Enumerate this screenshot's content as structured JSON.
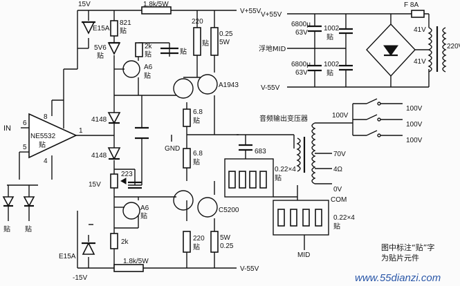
{
  "labels": {
    "top_supply": "15V",
    "r_top": "1.8k/5W",
    "plus55_out": "V+55V",
    "z_top": "E15A",
    "r821": "821",
    "r821_tie": "贴",
    "d5v6": "5V6",
    "d5v6_tie": "贴",
    "r2k_top": "2k",
    "r2k_top_tie": "贴",
    "cap_top_tie": "贴",
    "a6_top": "A6",
    "a6_top_tie": "贴",
    "r220_top": "220",
    "r220_top_tie": "贴",
    "r025_top": "0.25",
    "r025_top_w": "5W",
    "q_top": "A1943",
    "in_label": "IN",
    "op_pin6": "6",
    "op_pin8": "8",
    "op_pin5": "5",
    "op_pin4": "4",
    "op_pin1": "1",
    "op_name": "NE5532",
    "op_tie": "贴",
    "d4148_a": "4148",
    "d4148_b": "4148",
    "r68_top": "6.8",
    "r68_top_tie": "贴",
    "gnd": "GND",
    "r68_bot": "6.8",
    "r68_bot_tie": "贴",
    "r223": "223",
    "v15_mid": "15V",
    "a6_bot": "A6",
    "a6_bot_tie": "贴",
    "r2k_bot": "2k",
    "q_bot": "C5200",
    "r220_bot": "220",
    "r220_bot_tie": "贴",
    "r5w_bot": "5W",
    "r025_bot": "0.25",
    "z_bot": "E15A",
    "bot_supply": "-15V",
    "r_bot": "1.8k/5W",
    "minus55_out": "V-55V",
    "led_tie_a": "贴",
    "led_tie_b": "贴",
    "ps_plus55": "V+55V",
    "ps_c6800_a": "6800μ",
    "ps_c6800_a_v": "63V",
    "ps_c1002_a": "1002",
    "ps_c1002_a_tie": "贴",
    "ps_float": "浮地MID",
    "ps_c6800_b": "6800μ",
    "ps_c6800_b_v": "63V",
    "ps_c1002_b": "1002",
    "ps_c1002_b_tie": "贴",
    "ps_minus55": "V-55V",
    "fuse": "F 8A",
    "tr_41v_a": "41V",
    "tr_41v_b": "41V",
    "tr_220v": "220V",
    "xfmr_title": "音频输出变压器",
    "tap_100v": "100V",
    "sw_100v_a": "100V",
    "sw_100v_b": "100V",
    "sw_100v_c": "100V",
    "c683": "683",
    "tap_70v": "70V",
    "tap_4ohm": "4Ω",
    "res_bank_top": "0.22×4",
    "res_bank_top_tie": "贴",
    "tap_0v": "0V",
    "com": "COM",
    "res_bank_bot": "0.22×4",
    "res_bank_bot_tie": "贴",
    "mid": "MID",
    "note_line1": "图中标注“贴”字",
    "note_line2": "为贴片元件",
    "watermark": "www.55dianzi.com"
  }
}
